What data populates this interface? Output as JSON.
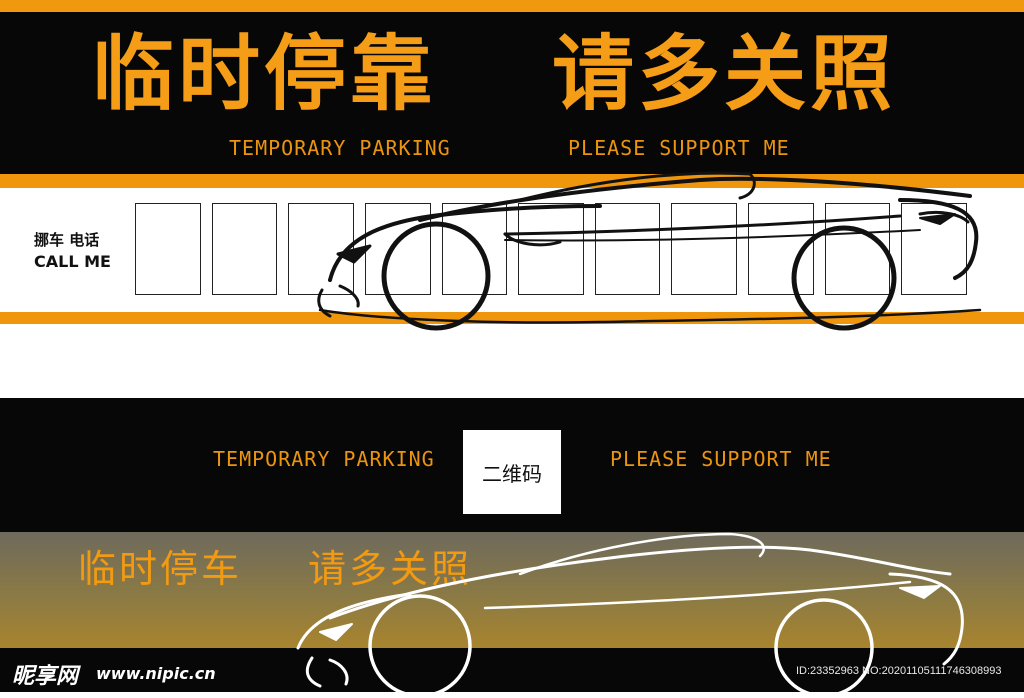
{
  "top_card": {
    "title_left": "临时停靠",
    "title_right": "请多关照",
    "subtitle_left": "TEMPORARY PARKING",
    "subtitle_right": "PLEASE SUPPORT ME",
    "call_label_cn": "挪车 电话",
    "call_label_en": "CALL ME",
    "digit_box_count": 11
  },
  "bottom_card": {
    "subtitle_left": "TEMPORARY PARKING",
    "subtitle_right": "PLEASE SUPPORT ME",
    "qr_label": "二维码",
    "title_left": "临时停车",
    "title_right": "请多关照"
  },
  "watermark": {
    "logo": "昵享网",
    "url": "www.nipic.cn",
    "id_text": "ID:23352963 NO:20201105111746308993"
  },
  "colors": {
    "accent_orange": "#f59d16",
    "background_black": "#070707",
    "car_outline_dark": "#111111",
    "car_outline_light": "#ffffff"
  }
}
